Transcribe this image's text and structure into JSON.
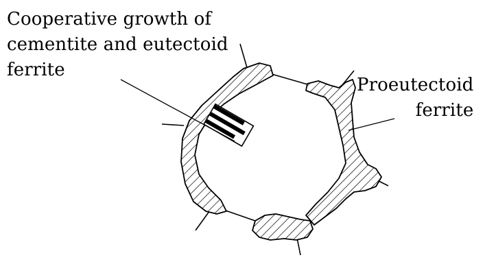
{
  "labels": {
    "cooperative_growth": {
      "line1": "Cooperative growth of",
      "line2": "cementite and eutectoid",
      "line3": "ferrite"
    },
    "proeutectoid_ferrite": {
      "line1": "Proeutectoid",
      "line2": "ferrite"
    }
  },
  "colors": {
    "ink": "#000000",
    "background": "#ffffff",
    "colony_fill": "#ffffff"
  }
}
